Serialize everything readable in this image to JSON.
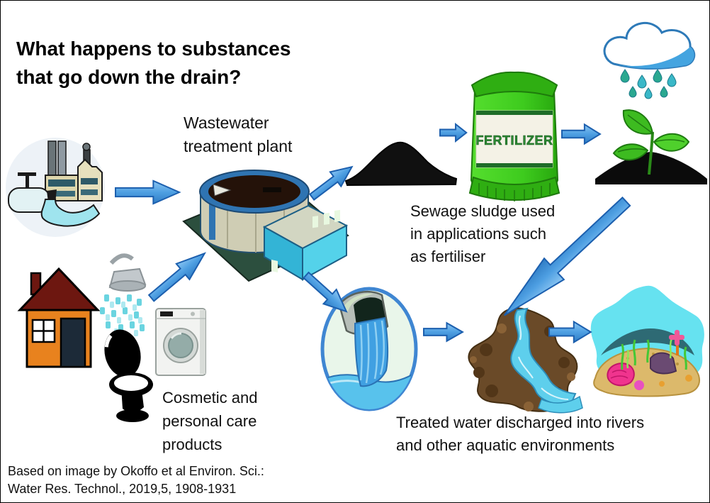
{
  "title": "What happens to substances\nthat go down the drain?",
  "diagram": {
    "labels": {
      "treatment_plant": "Wastewater\ntreatment plant",
      "sewage_sludge": "Sewage sludge used\nin applications such\nas fertiliser",
      "cosmetic_products": "Cosmetic and\npersonal care\nproducts",
      "treated_water": "Treated water discharged into rivers\nand other aquatic environments",
      "fertilizer_bag_text": "FERTILIZER"
    },
    "citation": "Based on image by Okoffo et al Environ. Sci.:\nWater Res. Technol., 2019,5, 1908-1931",
    "flows": [
      {
        "from": "factory",
        "to": "treatment-plant"
      },
      {
        "from": "household-sources",
        "to": "treatment-plant"
      },
      {
        "from": "treatment-plant",
        "to": "sewage-sludge-pile"
      },
      {
        "from": "sewage-sludge-pile",
        "to": "fertilizer-bag"
      },
      {
        "from": "fertilizer-bag",
        "to": "seedling"
      },
      {
        "from": "seedling",
        "to": "river"
      },
      {
        "from": "treatment-plant",
        "to": "outfall-pipe"
      },
      {
        "from": "outfall-pipe",
        "to": "river"
      },
      {
        "from": "river",
        "to": "aquatic-environment"
      }
    ],
    "icons": {
      "factory-icon": "industrial plant discharging water",
      "treatment-plant-icon": "circular wastewater treatment tank with building",
      "sludge-pile-icon": "black sewage sludge mound",
      "fertilizer-bag-icon": "green fertilizer sack",
      "rain-cloud-icon": "rain cloud with falling drops",
      "seedling-icon": "seedling growing in soil",
      "house-icon": "orange house",
      "shower-icon": "shower head spraying water",
      "toilet-icon": "black toilet silhouette",
      "washing-machine-icon": "front-load washing machine",
      "outfall-pipe-icon": "pipe discharging treated water",
      "river-icon": "river flowing between rocky banks",
      "reef-icon": "underwater aquatic environment with corals",
      "flow-arrow-icon": "blue flow arrow"
    }
  },
  "colors": {
    "background": "#ffffff",
    "text": "#111111",
    "arrow_fill": "#4e9fe2",
    "arrow_stroke": "#1c5fae",
    "fertilizer_green": "#3ecb1e",
    "fertilizer_label_green": "#2c8a34",
    "house_orange": "#e8821e",
    "roof_red": "#6d1710",
    "water_blue": "#40a0e2",
    "sludge_black": "#101010",
    "plant_green": "#3dbb20",
    "river_brown": "#6a4a28",
    "reef_cyan": "#66e2f0",
    "sand_tan": "#dcb96b",
    "plant_base_green": "#2c4f3e"
  }
}
